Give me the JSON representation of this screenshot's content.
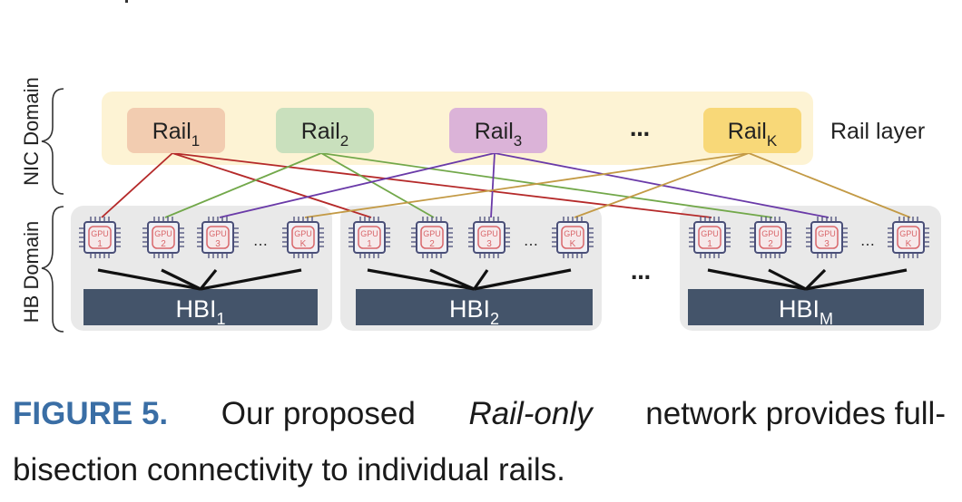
{
  "domains": {
    "nic": "NIC Domain",
    "hb": "HB Domain"
  },
  "rail_layer_label": "Rail layer",
  "rails": [
    {
      "name": "Rail",
      "sub": "1",
      "color": "#f2ccb0",
      "line": "#b52a2a"
    },
    {
      "name": "Rail",
      "sub": "2",
      "color": "#c9e0bd",
      "line": "#72a84a"
    },
    {
      "name": "Rail",
      "sub": "3",
      "color": "#dbb3d8",
      "line": "#6a3aa8"
    },
    {
      "name": "Rail",
      "sub": "K",
      "color": "#f8d878",
      "line": "#c39a45"
    }
  ],
  "ellipsis": "…",
  "gpu_label": "GPU",
  "gpus": [
    "1",
    "2",
    "3",
    "K"
  ],
  "hbis": [
    {
      "name": "HBI",
      "sub": "1"
    },
    {
      "name": "HBI",
      "sub": "2"
    },
    {
      "name": "HBI",
      "sub": "M"
    }
  ],
  "colors": {
    "rail_layer_bg": "#fdf3d4",
    "hb_group_bg": "#e9e9e9",
    "hbi_bar": "#44546a",
    "gpu_stroke": "#4a4f78",
    "gpu_inner": "#d9676b",
    "caption_accent": "#3a6ea5"
  },
  "caption": {
    "label": "FIGURE 5.",
    "pre": "Our proposed",
    "italic": "Rail-only",
    "post": "network provides full-",
    "line2": "bisection connectivity to individual rails."
  }
}
